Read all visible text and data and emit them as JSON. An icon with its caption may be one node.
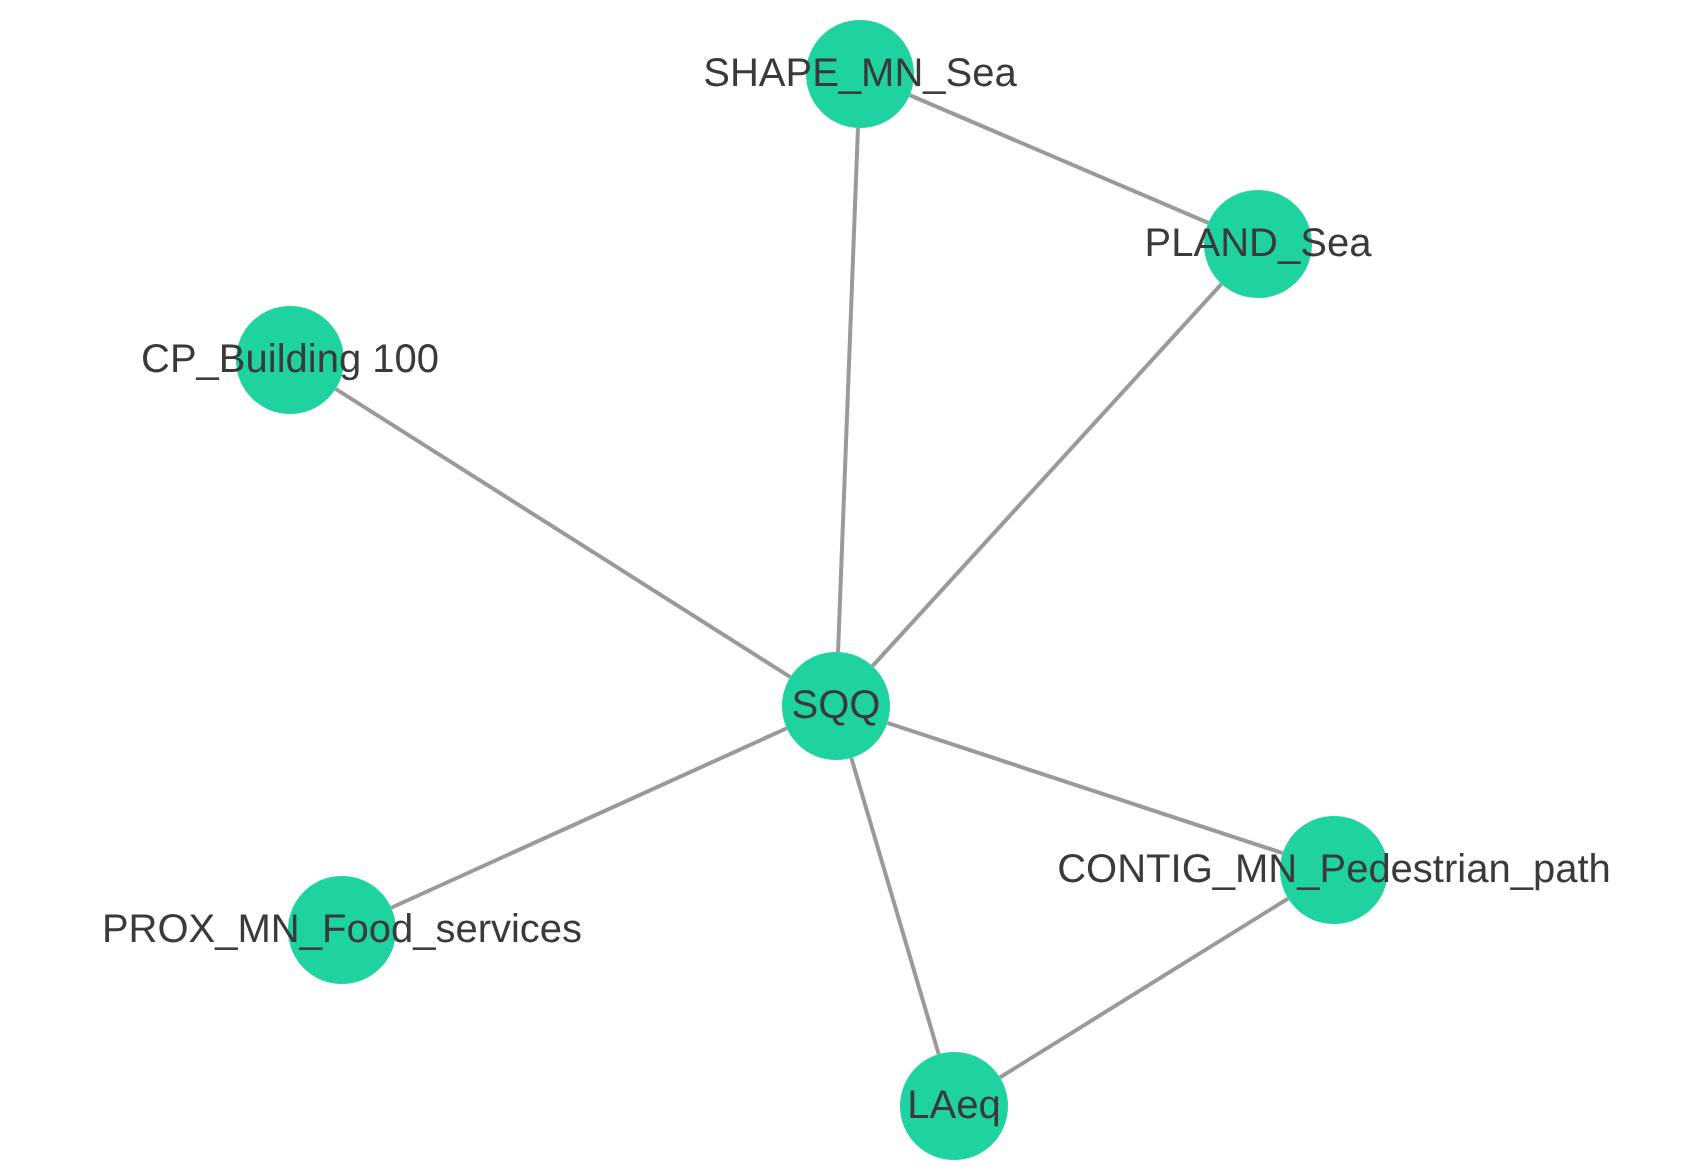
{
  "diagram": {
    "nodes": [
      {
        "text": [
          "SHAPE_MN_Sea"
        ]
      },
      {
        "text": [
          "PLAND_Sea"
        ]
      },
      {
        "text": [
          "CP_Building 100"
        ]
      },
      {
        "text": [
          "SQQ"
        ]
      },
      {
        "text": [
          "CONTIG_MN_Pedestrian_path"
        ]
      },
      {
        "text": [
          "PROX_MN_Food_services"
        ]
      },
      {
        "text": [
          "LAeq"
        ]
      }
    ],
    "edges": [
      {
        "from": 3,
        "to": 0,
        "arrow": "none"
      },
      {
        "from": 0,
        "to": 1,
        "arrow": "none"
      },
      {
        "from": 3,
        "to": 1,
        "arrow": "none"
      },
      {
        "from": 3,
        "to": 2,
        "arrow": "none"
      },
      {
        "from": 3,
        "to": 5,
        "arrow": "none"
      },
      {
        "from": 3,
        "to": 4,
        "arrow": "none"
      },
      {
        "from": 3,
        "to": 6,
        "arrow": "none"
      },
      {
        "from": 6,
        "to": 4,
        "arrow": "none"
      }
    ]
  }
}
